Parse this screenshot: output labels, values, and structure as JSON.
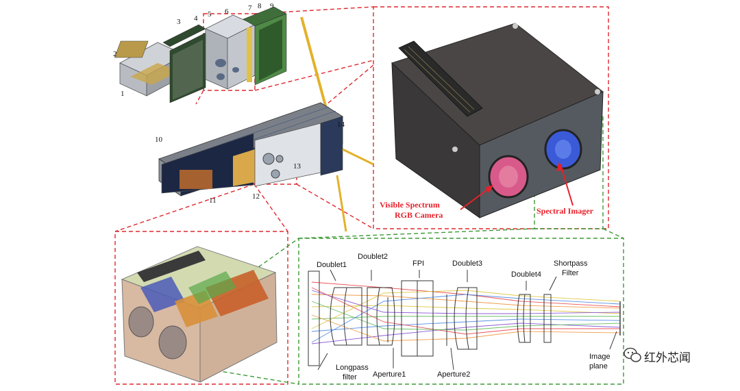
{
  "cubesat": {
    "top_labels": [
      "1",
      "2",
      "3",
      "4",
      "5",
      "6",
      "7",
      "8",
      "9"
    ],
    "bottom_labels": [
      "10",
      "11",
      "12",
      "13",
      "14"
    ]
  },
  "camera_photo": {
    "rgb_label_line1": "Visible Spectrum",
    "rgb_label_line2": "RGB Camera",
    "spectral_label": "Spectral Imager"
  },
  "optics": {
    "doublet1": "Doublet1",
    "doublet2": "Doublet2",
    "fpi": "FPI",
    "doublet3": "Doublet3",
    "doublet4": "Doublet4",
    "shortpass_line1": "Shortpass",
    "shortpass_line2": "Filter",
    "longpass_line1": "Longpass",
    "longpass_line2": "filter",
    "aperture1": "Aperture1",
    "aperture2": "Aperture2",
    "image_plane_line1": "Image",
    "image_plane_line2": "plane"
  },
  "watermark": {
    "text": "红外芯闻",
    "icon": "wechat-icon"
  },
  "colors": {
    "red_dash": "#e0262c",
    "green_dash": "#3c9a34",
    "annotation_red": "#e8202a",
    "rays": [
      "#e8363c",
      "#f08c2a",
      "#dbc02a",
      "#4fb34a",
      "#3f7fe0",
      "#7a3fd0"
    ]
  }
}
